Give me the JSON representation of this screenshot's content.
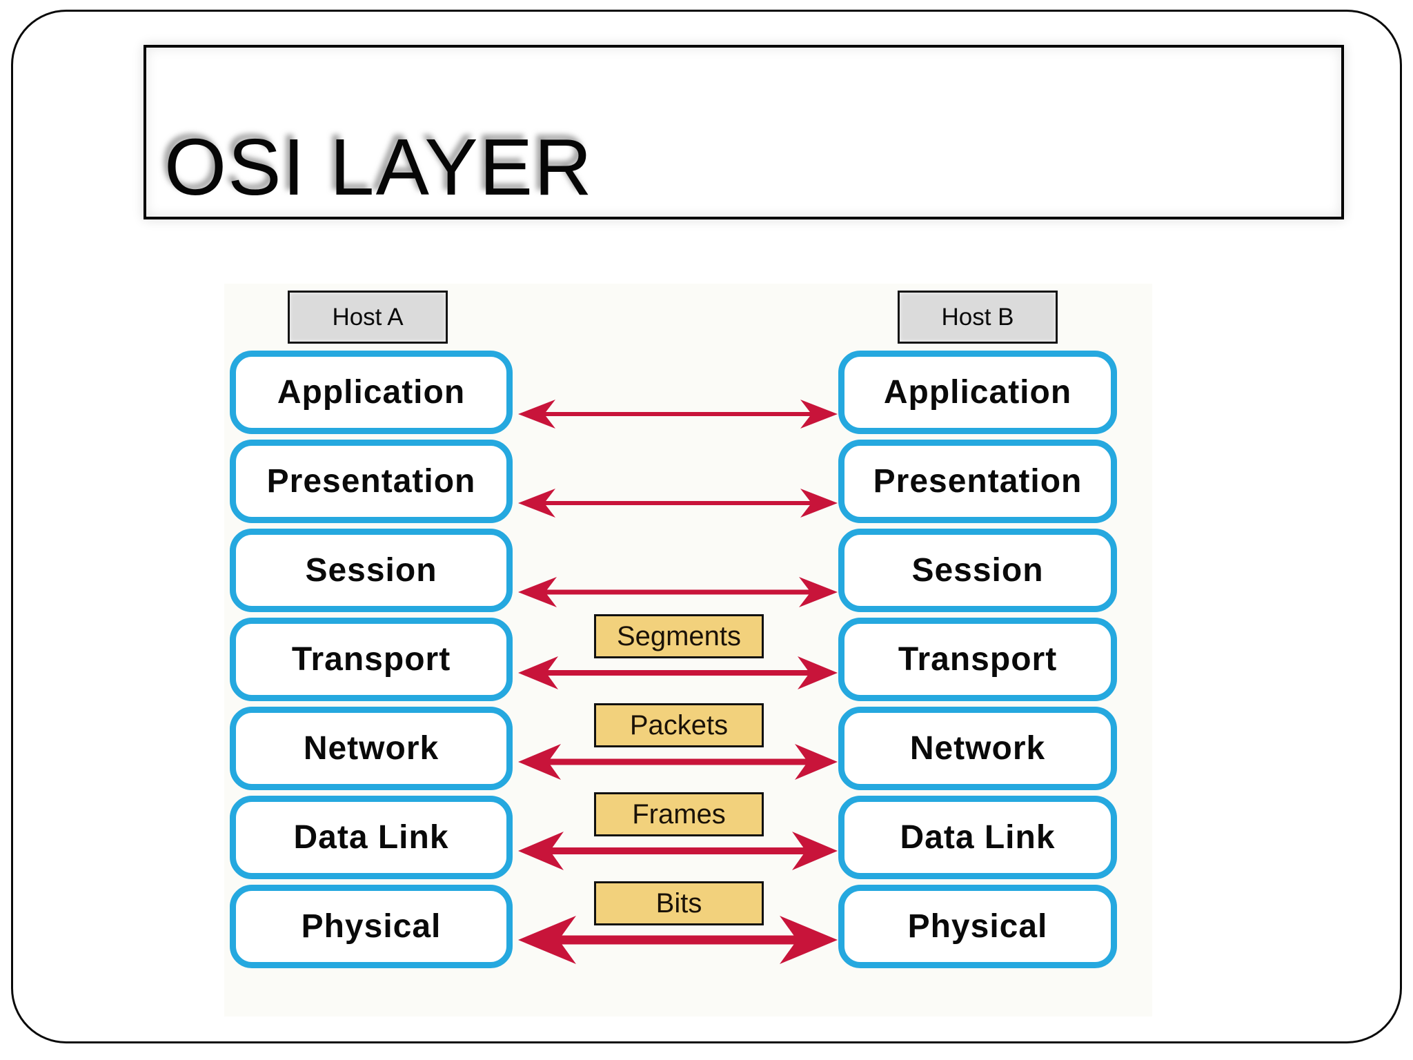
{
  "slide": {
    "title": "OSI LAYER"
  },
  "diagram": {
    "host_a_label": "Host A",
    "host_b_label": "Host B",
    "layers": [
      "Application",
      "Presentation",
      "Session",
      "Transport",
      "Network",
      "Data Link",
      "Physical"
    ],
    "pdu_labels": [
      {
        "text": "Segments",
        "between_layer": "Transport"
      },
      {
        "text": "Packets",
        "between_layer": "Network"
      },
      {
        "text": "Frames",
        "between_layer": "Data Link"
      },
      {
        "text": "Bits",
        "between_layer": "Physical"
      }
    ],
    "colors": {
      "layer_border": "#25a8df",
      "arrow_red": "#c8143a",
      "pdu_fill": "#f2d17c",
      "host_fill": "#dbdbdb"
    }
  }
}
